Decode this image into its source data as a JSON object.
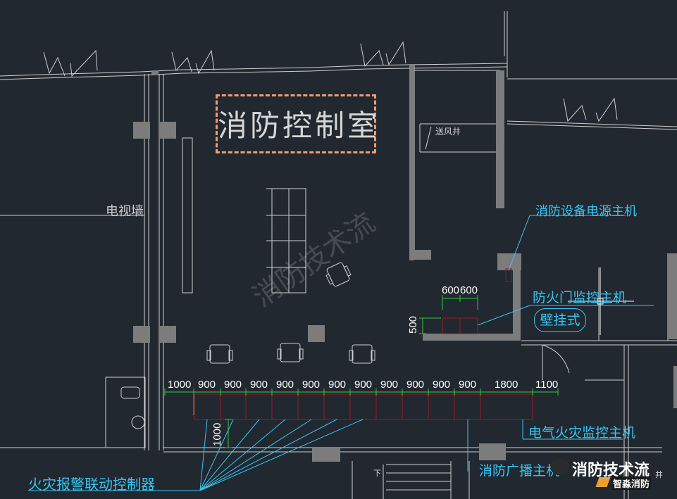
{
  "room_title": "消防控制室",
  "labels": {
    "tv_wall": "电视墙",
    "air_shaft": "送风井",
    "power_host": "消防设备电源主机",
    "fire_door_host": "防火门监控主机",
    "wall_mounted": "壁挂式",
    "electrical_fire_host": "电气火灾监控主机",
    "alarm_controller": "火灾报警联动控制器",
    "broadcast_host": "消防广播主机",
    "down": "下",
    "well_fragment": "井"
  },
  "dimensions": {
    "console": [
      "1000",
      "900",
      "900",
      "900",
      "900",
      "900",
      "900",
      "900",
      "900",
      "900",
      "900",
      "900",
      "1800",
      "1100"
    ],
    "console_depth": "1000",
    "fire_door_widths": [
      "600",
      "600"
    ],
    "fire_door_height": "500"
  },
  "watermark": "消防技术流",
  "logo": {
    "name": "消防技术流",
    "sub": "智淼消防"
  },
  "colors": {
    "background": "#212830",
    "wall": "#cfcfcf",
    "leader": "#38c6f4",
    "dim": "#2ecc40",
    "equipment": "#8b1a2a",
    "title_box": "#f29b6d"
  }
}
